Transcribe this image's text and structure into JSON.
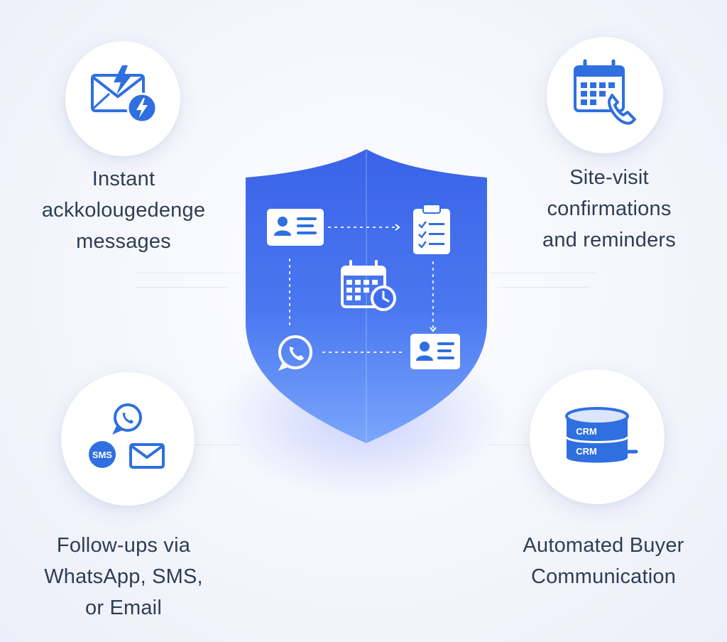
{
  "features": [
    {
      "id": "instant",
      "icon": "email-lightning-icon",
      "lines": [
        "Instant",
        "ackkolougedenge",
        "messages"
      ]
    },
    {
      "id": "site-visit",
      "icon": "calendar-phone-icon",
      "lines": [
        "Site-visit",
        "confirmations",
        "and reminders"
      ]
    },
    {
      "id": "followups",
      "icon": "multichannel-icon",
      "lines": [
        "Follow-ups via",
        "WhatsApp, SMS,",
        "or Email"
      ]
    },
    {
      "id": "automated",
      "icon": "crm-database-icon",
      "lines": [
        "Automated Buyer",
        "Communication"
      ]
    }
  ],
  "icon_labels": {
    "sms": "SMS",
    "crm_top": "CRM",
    "crm_bottom": "CRM"
  },
  "colors": {
    "accent": "#2f6fe0",
    "shield_top": "#3a66ea",
    "shield_bottom": "#79a6fb",
    "text": "#2f3d55",
    "icon_fill_light": "#dbe6fb"
  }
}
